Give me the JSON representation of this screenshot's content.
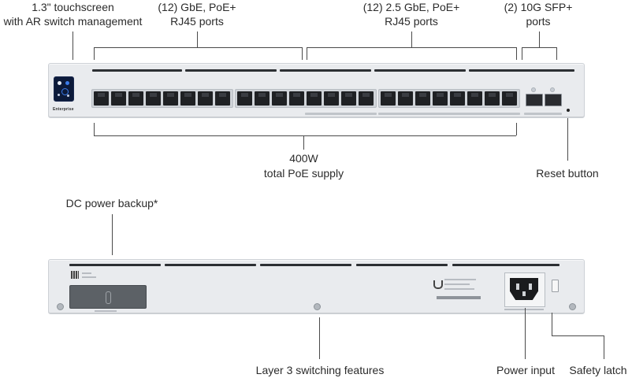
{
  "labels": {
    "touchscreen": [
      "1.3\" touchscreen",
      "with AR switch management"
    ],
    "gbe_ports": [
      "(12) GbE, PoE+",
      "RJ45 ports"
    ],
    "gbe25_ports": [
      "(12) 2.5 GbE, PoE+",
      "RJ45 ports"
    ],
    "sfp_ports": [
      "(2) 10G SFP+",
      "ports"
    ],
    "poe_supply": [
      "400W",
      "total PoE supply"
    ],
    "reset_button": "Reset button",
    "dc_power_backup": "DC power backup*",
    "layer3": "Layer 3 switching features",
    "power_input": "Power input",
    "safety_latch": "Safety latch"
  },
  "device": {
    "brand_text": "Enterprise"
  },
  "colors": {
    "chassis": "#e9ebee",
    "port": "#1f2124",
    "screen": "#0c1a3a",
    "callout_line": "#4a4a4a"
  }
}
